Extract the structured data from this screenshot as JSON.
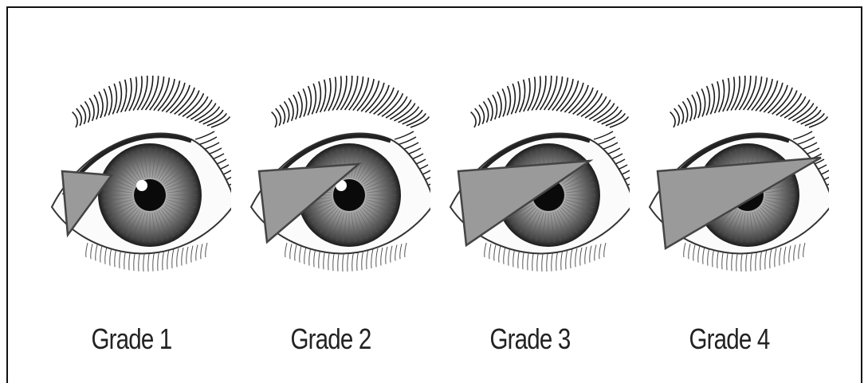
{
  "panels": [
    {
      "label": "Grade 1",
      "grade": 1
    },
    {
      "label": "Grade 2",
      "grade": 2
    },
    {
      "label": "Grade 3",
      "grade": 3
    },
    {
      "label": "Grade 4",
      "grade": 4
    }
  ],
  "colors": {
    "iris": "#555555",
    "pupil": "#0a0a0a",
    "pterygium": "#9a9a9a",
    "lash": "#1a1a1a",
    "frame": "#111111"
  }
}
